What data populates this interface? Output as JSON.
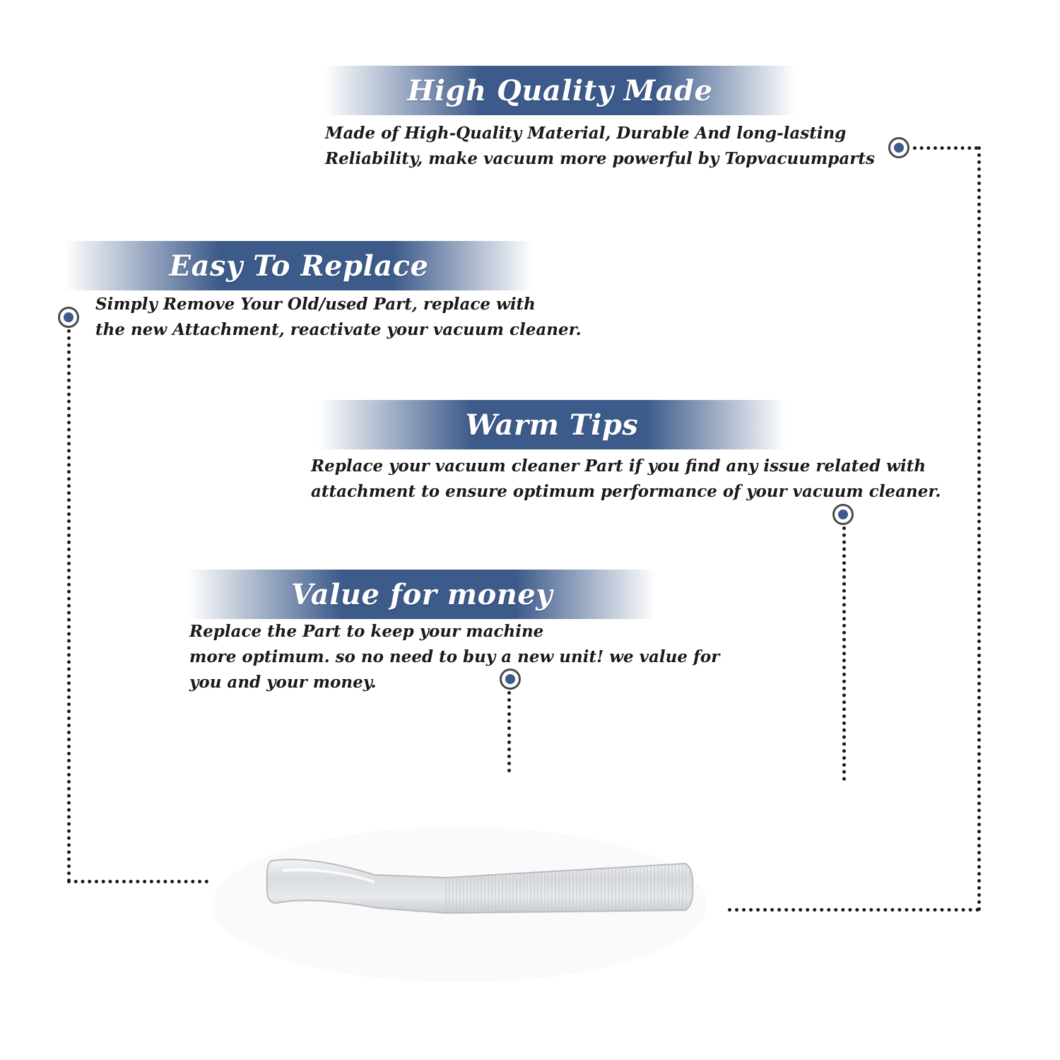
{
  "theme": {
    "banner_color": "#3c5a8a",
    "marker_fill": "#3c5a8a",
    "text_color": "#1a1a1a"
  },
  "features": [
    {
      "title": "High Quality Made",
      "lines": [
        "Made of  High-Quality Material, Durable And long-lasting",
        "Reliability, make vacuum more powerful by Topvacuumparts"
      ]
    },
    {
      "title": "Easy To Replace",
      "lines": [
        "Simply Remove Your Old/used Part, replace with",
        "the new Attachment, reactivate your vacuum cleaner."
      ]
    },
    {
      "title": "Warm Tips",
      "lines": [
        "Replace your vacuum cleaner Part if you find any issue related with",
        " attachment to ensure optimum performance of your vacuum cleaner."
      ]
    },
    {
      "title": "Value for money",
      "lines": [
        "Replace the Part to keep your machine",
        "more optimum. so no need to buy a new unit! we value for",
        "you and your money."
      ]
    }
  ],
  "product": {
    "icon": "crevice-tool-attachment-image"
  }
}
